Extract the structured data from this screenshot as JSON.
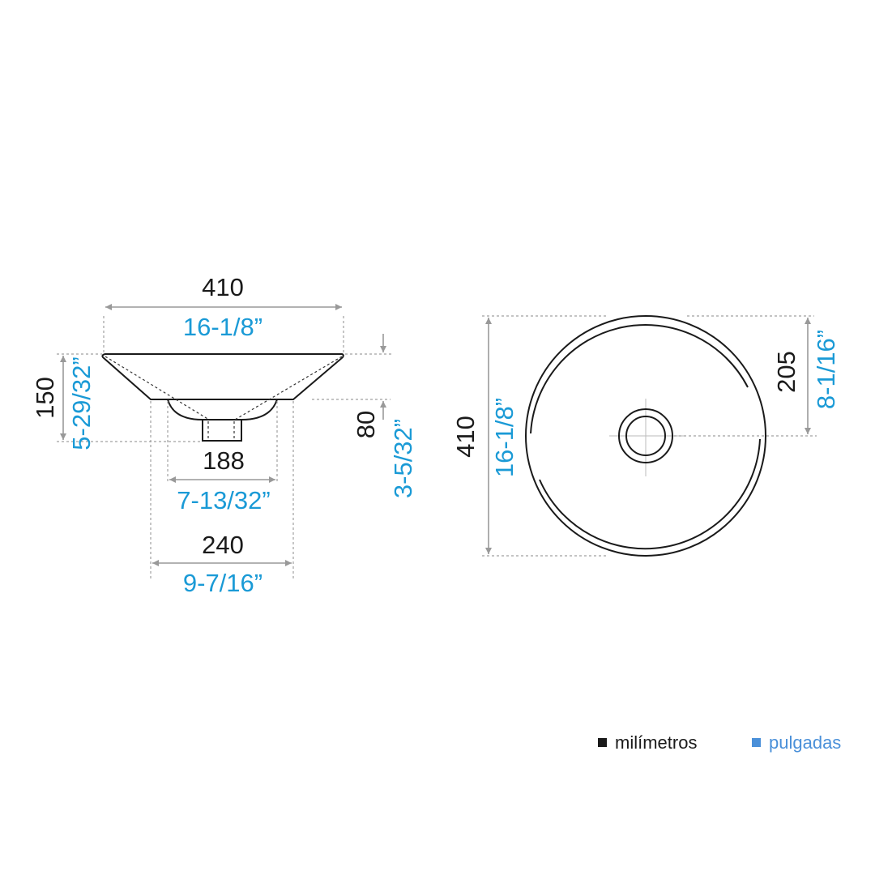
{
  "side_view": {
    "top_width": {
      "mm": "410",
      "in": "16-1/8”"
    },
    "height": {
      "mm": "150",
      "in": "5-29/32”"
    },
    "drain_height": {
      "mm": "80",
      "in": "3-5/32”"
    },
    "inner_base": {
      "mm": "188",
      "in": "7-13/32”"
    },
    "base_width": {
      "mm": "240",
      "in": "9-7/16”"
    }
  },
  "top_view": {
    "diameter": {
      "mm": "410",
      "in": "16-1/8”"
    },
    "radius": {
      "mm": "205",
      "in": "8-1/16”"
    }
  },
  "legend": {
    "mm_label": "milímetros",
    "in_label": "pulgadas",
    "mm_color": "#1a1a1a",
    "in_color": "#4a90d9"
  },
  "colors": {
    "inch_text": "#1a9ad6"
  }
}
